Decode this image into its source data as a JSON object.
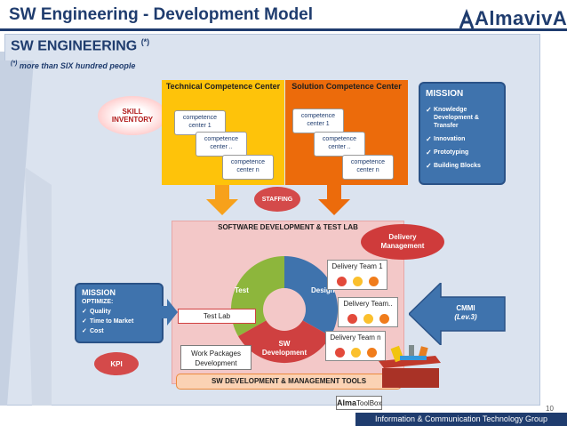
{
  "header": {
    "title": "SW Engineering - Development Model",
    "logo_text": "AlmavivA"
  },
  "section": {
    "title": "SW ENGINEERING",
    "title_mark": "(*)",
    "note_mark": "(*)",
    "note": "more than SIX hundred people"
  },
  "skill_inventory": {
    "line1": "SKILL",
    "line2": "INVENTORY"
  },
  "technical_center": {
    "label": "Technical Competence Center",
    "color": "#fec30a",
    "boxes": [
      {
        "line1": "competence",
        "line2": "center 1"
      },
      {
        "line1": "competence",
        "line2": "center .."
      },
      {
        "line1": "competence",
        "line2": "center n"
      }
    ]
  },
  "solution_center": {
    "label": "Solution Competence Center",
    "color": "#ec6b0b",
    "boxes": [
      {
        "line1": "competence",
        "line2": "center 1"
      },
      {
        "line1": "competence",
        "line2": "center .."
      },
      {
        "line1": "competence",
        "line2": "center n"
      }
    ]
  },
  "mission_right": {
    "title": "MISSION",
    "items": [
      "Knowledge Development & Transfer",
      "Innovation",
      "Prototyping",
      "Building Blocks"
    ]
  },
  "staffing": {
    "label": "STAFFING"
  },
  "lab": {
    "title": "SOFTWARE DEVELOPMENT & TEST LAB",
    "delivery_management": {
      "line1": "Delivery",
      "line2": "Management"
    },
    "cycle": [
      {
        "label": "Design",
        "color": "#3f73ad"
      },
      {
        "label": "SW Development",
        "color": "#cf4040"
      },
      {
        "label": "Test",
        "color": "#8db63c"
      }
    ],
    "teams": [
      "Delivery Team 1",
      "Delivery Team..",
      "Delivery Team n"
    ],
    "team_dot_colors": [
      "#e34a3b",
      "#fbc02d",
      "#f07c1b"
    ],
    "test_lab": "Test Lab",
    "work_packages": {
      "line1": "Work Packages",
      "line2": "Development"
    },
    "tools_bar": "SW DEVELOPMENT & MANAGEMENT TOOLS"
  },
  "mission_left": {
    "title": "MISSION",
    "subtitle": "OPTIMIZE:",
    "items": [
      "Quality",
      "Time to Market",
      "Cost"
    ]
  },
  "kpi": {
    "label": "KPI"
  },
  "cmmi": {
    "line1": "CMMI",
    "line2": "(Lev.3)"
  },
  "toolbox": {
    "label_bold": "Alma",
    "label_rest": "ToolBox"
  },
  "footer": {
    "page_number": "10",
    "text": "Information & Communication Technology Group"
  }
}
